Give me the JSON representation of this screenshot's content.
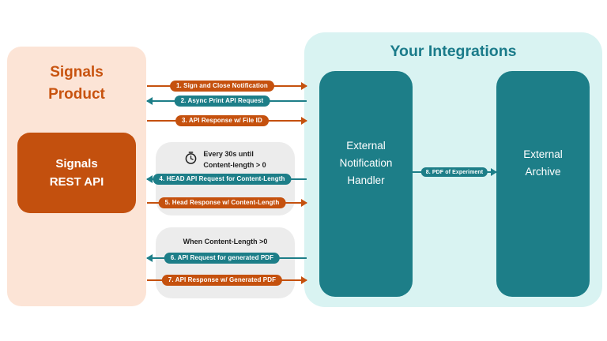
{
  "colors": {
    "orange": "#C5510E",
    "peach": "#FCE4D6",
    "teal": "#1D7E88",
    "teal_title": "#1B7B8A",
    "teal_light": "#D9F3F2",
    "gray_box": "#ECECEC",
    "caption_text": "#1F1F1F",
    "background": "#FFFFFF"
  },
  "signals_product": {
    "title_line1": "Signals",
    "title_line2": "Product",
    "rest_api_line1": "Signals",
    "rest_api_line2": "REST API"
  },
  "integrations": {
    "title": "Your Integrations",
    "handler_line1": "External",
    "handler_line2": "Notification",
    "handler_line3": "Handler",
    "archive_line1": "External",
    "archive_line2": "Archive"
  },
  "groups": {
    "polling": {
      "icon": "clock-icon",
      "line1": "Every 30s until",
      "line2": "Content-length > 0"
    },
    "condition": {
      "label": "When Content-Length >0"
    }
  },
  "flows": [
    {
      "label": "1. Sign and Close Notification",
      "direction": "right",
      "color": "orange"
    },
    {
      "label": "2. Async Print API Request",
      "direction": "left",
      "color": "teal"
    },
    {
      "label": "3. API Response w/ File ID",
      "direction": "right",
      "color": "orange"
    },
    {
      "label": "4. HEAD API Request for Content-Length",
      "direction": "left",
      "color": "teal"
    },
    {
      "label": "5. Head Response w/ Content-Length",
      "direction": "right",
      "color": "orange"
    },
    {
      "label": "6. API Request for generated PDF",
      "direction": "left",
      "color": "teal"
    },
    {
      "label": "7. API Response w/ Generated PDF",
      "direction": "right",
      "color": "orange"
    },
    {
      "label": "8. PDF of Experiment",
      "direction": "right",
      "color": "teal"
    }
  ]
}
